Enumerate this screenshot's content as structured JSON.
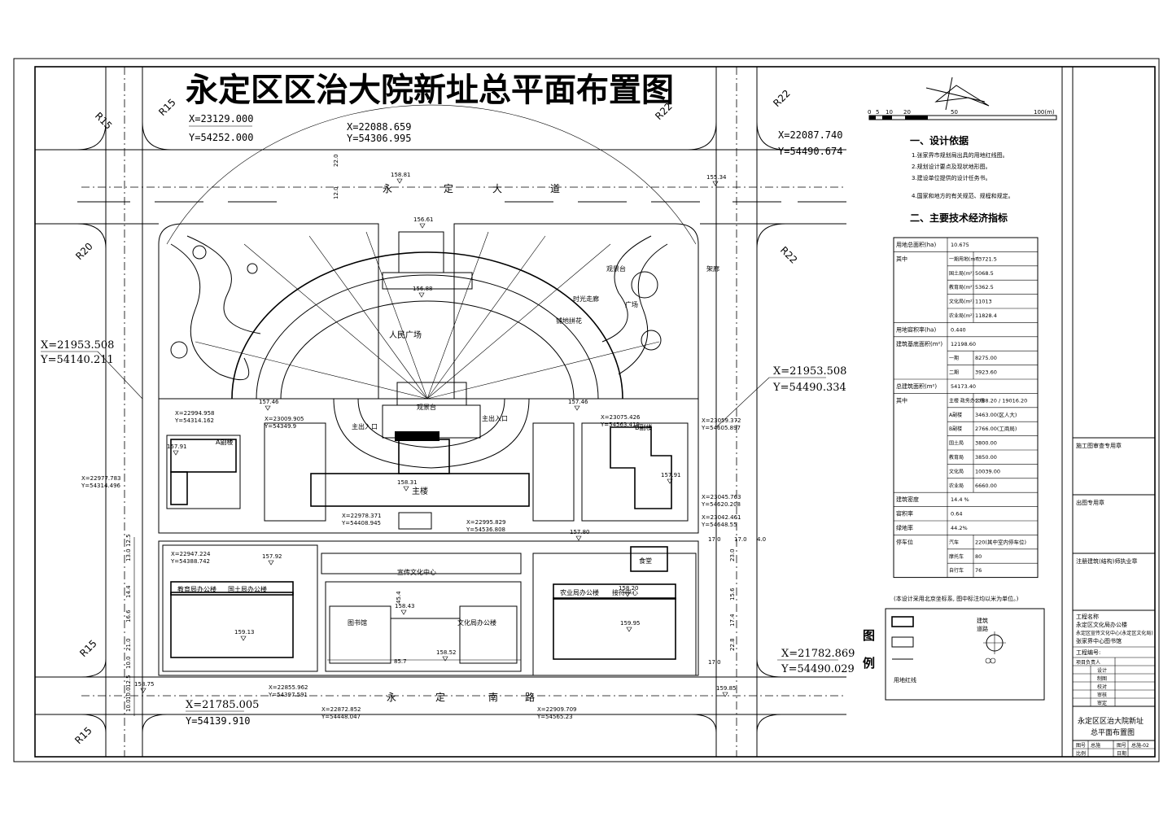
{
  "title": "永定区区治大院新址总平面布置图",
  "coords": {
    "tl": [
      "X=23129.000",
      "Y=54252.000"
    ],
    "tc": [
      "X=22088.659",
      "Y=54306.995"
    ],
    "tr": [
      "X=22087.740",
      "Y=54490.674"
    ],
    "ml": [
      "X=21953.508",
      "Y=54140.211"
    ],
    "mr": [
      "X=21953.508",
      "Y=54490.334"
    ],
    "bl": [
      "X=21785.005",
      "Y=54139.910"
    ],
    "br": [
      "X=21782.869",
      "Y=54490.029"
    ]
  },
  "small_coords": [
    [
      "X=22994.958",
      "Y=54314.162"
    ],
    [
      "X=23009.905",
      "Y=54349.9"
    ],
    [
      "X=23075.426",
      "Y=54563.419"
    ],
    [
      "X=23059.372",
      "Y=54605.897"
    ],
    [
      "X=22977.783",
      "Y=54314.496"
    ],
    [
      "X=23045.763",
      "Y=54620.208"
    ],
    [
      "X=23042.461",
      "Y=54648.55"
    ],
    [
      "X=22978.371",
      "Y=54408.945"
    ],
    [
      "X=22995.829",
      "Y=54536.808"
    ],
    [
      "X=22947.224",
      "Y=54388.742"
    ],
    [
      "X=22855.962",
      "Y=54397.591"
    ],
    [
      "X=22872.852",
      "Y=54448.047"
    ],
    [
      "X=22909.709",
      "Y=54565.23"
    ]
  ],
  "roads": {
    "north": [
      "永",
      "定",
      "大",
      "道"
    ],
    "south": [
      "永",
      "定",
      "南",
      "路"
    ]
  },
  "radii": [
    "R15",
    "R15",
    "R22",
    "R22",
    "R20",
    "R22",
    "R15",
    "R15"
  ],
  "labels": {
    "plaza": "人民广场",
    "podium": "观景台",
    "main_entry": "主出入口",
    "main_exit": "主出入口",
    "main_building": "主楼",
    "building_a": "A副楼",
    "building_b": "B副楼",
    "culture_center": "宣传文化中心",
    "library": "图书馆",
    "culture_office": "文化局办公楼",
    "edu_office": "教育局办公楼",
    "land_office": "国土局办公楼",
    "agri_office": "农业局办公楼",
    "reception": "接待中心",
    "canteen": "食堂",
    "pavilion": "观景台",
    "gallery": "架廊",
    "gate_square": "时光走廊",
    "flower": "铺地拼花",
    "south_square": "广场",
    "elev": [
      "158.81",
      "156.61",
      "155.34",
      "156.88",
      "157.46",
      "157.46",
      "158.31",
      "157.91",
      "157.91",
      "158.43",
      "158.52",
      "159.13",
      "158.20",
      "158.75",
      "159.95",
      "159.85",
      "157.92",
      "157.80"
    ]
  },
  "dims": {
    "left": [
      "12.5",
      "13.0",
      "14.4",
      "16.6",
      "21.0",
      "10.0",
      "12.5",
      "10.0",
      "10.0"
    ],
    "right": [
      "17.0",
      "17.0",
      "4.0",
      "23.0",
      "15.6",
      "17.4",
      "22.8",
      "17.0"
    ],
    "north_v": [
      "22.0",
      "12.0"
    ],
    "center": [
      "45.4",
      "85.7"
    ]
  },
  "scale": {
    "ticks": [
      "0",
      "5",
      "10",
      "20",
      "50",
      "100(m)"
    ]
  },
  "notes": {
    "sec1": "一、设计依据",
    "sec1_items": [
      "1.张家界市规划局出具的用地红线图。",
      "2.规划设计要点及现状地形图。",
      "3.建设单位提供的设计任务书。",
      "4.国家和地方的有关规范、规程和规定。"
    ],
    "sec2": "二、主要技术经济指标",
    "footnote": "(本设计采用北京坐标系, 图中标注均以米为单位。)"
  },
  "table": {
    "rows": [
      [
        "用地总面积(ha)",
        "",
        "10.675"
      ],
      [
        "其中",
        "一期用地(m²)",
        "73721.5"
      ],
      [
        "",
        "国土局(m²)",
        "5068.5"
      ],
      [
        "",
        "教育局(m²)",
        "5362.5"
      ],
      [
        "",
        "文化局(m²)",
        "11013"
      ],
      [
        "",
        "农业局(m²)",
        "11828.4"
      ],
      [
        "用地容积率(ha)",
        "",
        "0.440"
      ],
      [
        "建筑基底面积(m²)",
        "",
        "12198.60"
      ],
      [
        "",
        "一期",
        "8275.00"
      ],
      [
        "",
        "二期",
        "3923.60"
      ],
      [
        "总建筑面积(m²)",
        "",
        "54173.40"
      ],
      [
        "其中",
        "主楼 政务办公楼",
        "2788.20 / 19016.20"
      ],
      [
        "",
        "A副楼",
        "3463.00(区人大)"
      ],
      [
        "",
        "B副楼",
        "2766.00(工商局)"
      ],
      [
        "",
        "国土局",
        "3800.00"
      ],
      [
        "",
        "教育局",
        "3850.00"
      ],
      [
        "",
        "文化局",
        "10039.00"
      ],
      [
        "",
        "农业局",
        "6660.00"
      ],
      [
        "建筑密度",
        "",
        "14.4 %"
      ],
      [
        "容积率",
        "",
        "0.64"
      ],
      [
        "绿地率",
        "",
        "44.2%"
      ],
      [
        "停车位",
        "汽车",
        "220(其中室内停车位)"
      ],
      [
        "",
        "摩托车",
        "80"
      ],
      [
        "",
        "自行车",
        "76"
      ]
    ]
  },
  "legend": {
    "label": [
      "图",
      "例"
    ],
    "items": [
      "建筑",
      "道路",
      "用地红线"
    ]
  },
  "titleblock": {
    "r1": "施工图审查专用章",
    "r2": "出图专用章",
    "r3": "注册建筑(结构)师执业章",
    "project_label": "工程名称",
    "project": [
      "永定区文化局办公楼",
      "永定区宣传文化中心(永定区文化局)",
      "张家界中心图书馆"
    ],
    "number_label": "工程编号:",
    "roles": [
      "项目负责人",
      "设计",
      "制图",
      "校对",
      "审核",
      "审定"
    ],
    "drawing_title": [
      "永定区区治大院新址",
      "总平面布置图"
    ],
    "foot": [
      "图号",
      "总施",
      "图号",
      "总施-02",
      "比例",
      "",
      "日期",
      ""
    ]
  }
}
